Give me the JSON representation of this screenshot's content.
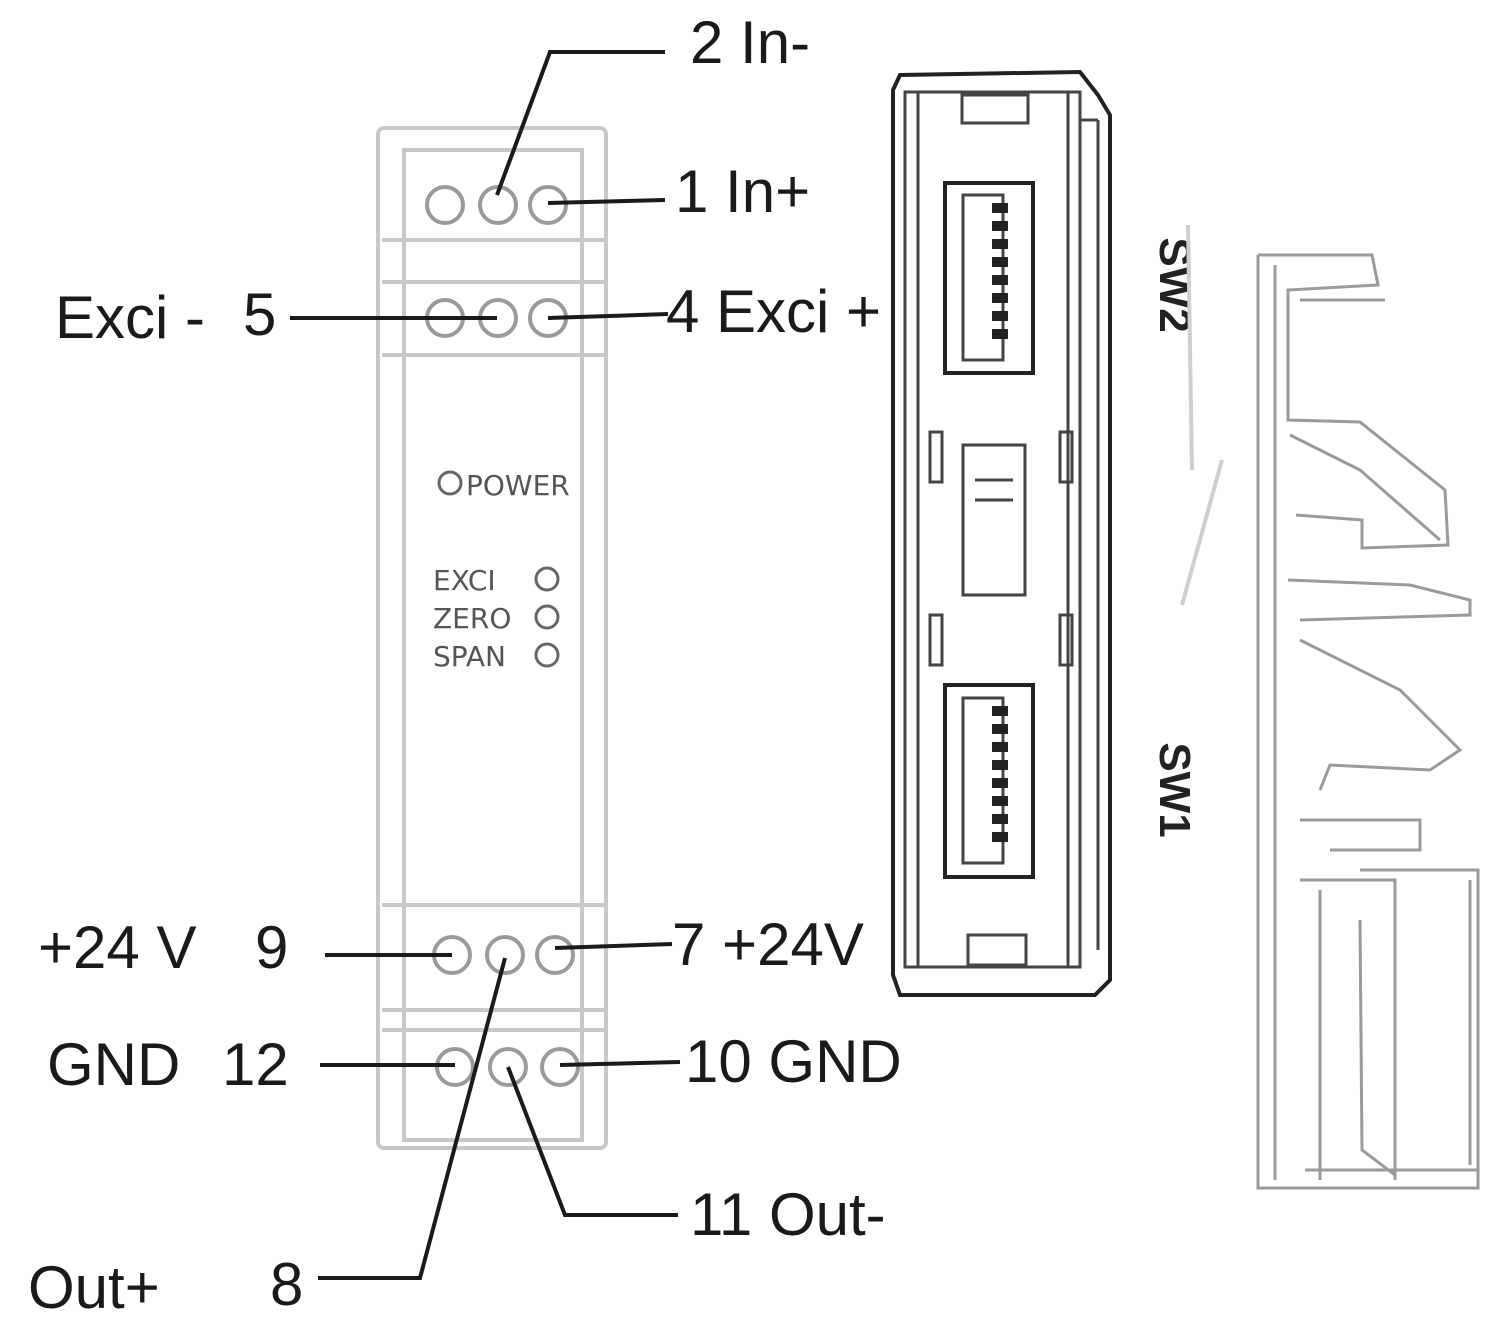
{
  "labels": {
    "in_minus": "2 In-",
    "in_plus": "1 In+",
    "exci_minus": "Exci -",
    "exci_minus_num": "5",
    "exci_plus": "4 Exci +",
    "v24_left": "+24 V",
    "v24_left_num": "9",
    "v24_right": "7 +24V",
    "gnd_left": "GND",
    "gnd_left_num": "12",
    "gnd_right": "10  GND",
    "out_minus": "11  Out-",
    "out_plus": "Out+",
    "out_plus_num": "8"
  },
  "panel": {
    "power": "POWER",
    "exci": "EXCI",
    "zero": "ZERO",
    "span": "SPAN"
  },
  "switches": {
    "sw2": "SW2",
    "sw1": "SW1"
  }
}
